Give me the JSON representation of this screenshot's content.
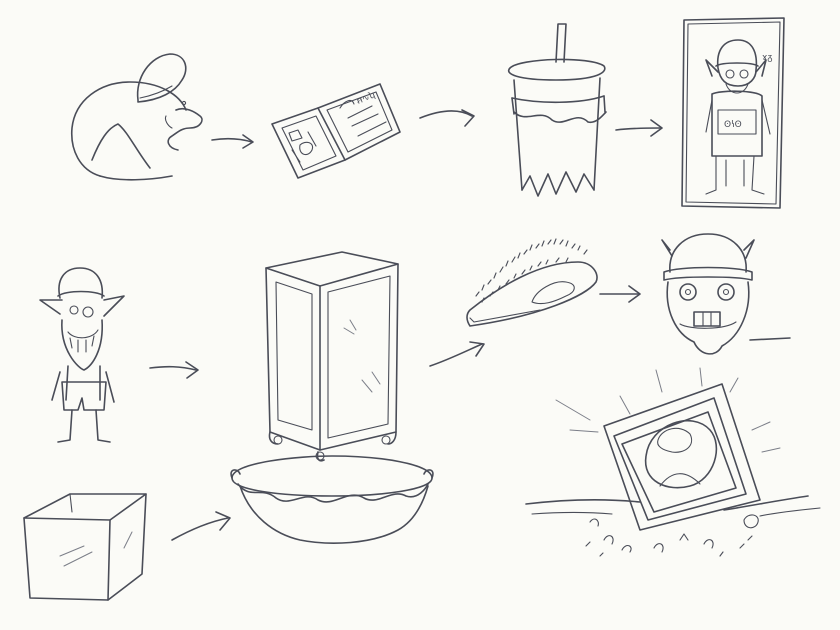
{
  "colors": {
    "paper": "#fbfbf7",
    "ink": "#4a4d58"
  },
  "sketches": [
    {
      "id": "creature-with-cap",
      "icon": "round-creature-icon"
    },
    {
      "id": "open-comic-book",
      "icon": "book-icon"
    },
    {
      "id": "drink-cup-with-straw",
      "icon": "cup-icon"
    },
    {
      "id": "elf-poster",
      "icon": "poster-icon"
    },
    {
      "id": "elf-character",
      "icon": "elf-icon"
    },
    {
      "id": "rolling-cabinet",
      "icon": "cabinet-icon"
    },
    {
      "id": "serving-bowl",
      "icon": "bowl-icon"
    },
    {
      "id": "open-box",
      "icon": "box-icon"
    },
    {
      "id": "grassy-patch",
      "icon": "grass-icon"
    },
    {
      "id": "helmeted-elf-head",
      "icon": "elf-head-icon"
    },
    {
      "id": "framed-picture-in-ground",
      "icon": "frame-icon"
    }
  ],
  "arrows": [
    {
      "from": "creature-with-cap",
      "to": "open-comic-book"
    },
    {
      "from": "open-comic-book",
      "to": "drink-cup-with-straw"
    },
    {
      "from": "drink-cup-with-straw",
      "to": "elf-poster"
    },
    {
      "from": "elf-character",
      "to": "rolling-cabinet"
    },
    {
      "from": "rolling-cabinet",
      "to": "grassy-patch"
    },
    {
      "from": "grassy-patch",
      "to": "helmeted-elf-head"
    },
    {
      "from": "open-box",
      "to": "serving-bowl"
    }
  ]
}
